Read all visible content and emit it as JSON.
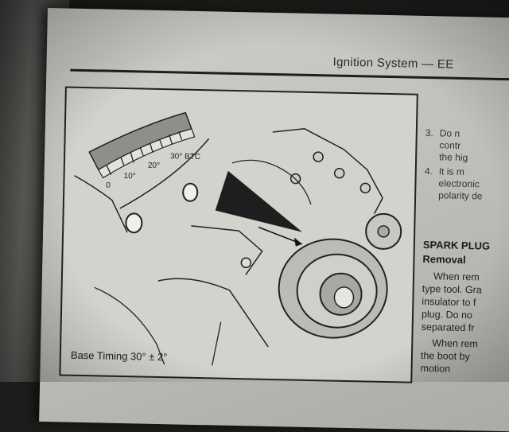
{
  "running_head": "Ignition System — EE",
  "figure": {
    "scale_labels": [
      "0",
      "10°",
      "20°",
      "30° BTC"
    ],
    "caption": "Base Timing 30° ± 2°"
  },
  "right_column": {
    "items": [
      {
        "number": "3.",
        "lines": [
          "Do n",
          "contr",
          "the hig"
        ]
      },
      {
        "number": "4.",
        "lines": [
          "It is m",
          "electronic",
          "polarity de"
        ]
      }
    ],
    "section_title": "SPARK PLUG",
    "subsection_title": "Removal",
    "body_lines": [
      "When rem",
      "type tool. Gra",
      "insulator to f",
      "plug. Do no",
      "separated fr",
      "When rem",
      "the boot by",
      "motion"
    ]
  }
}
